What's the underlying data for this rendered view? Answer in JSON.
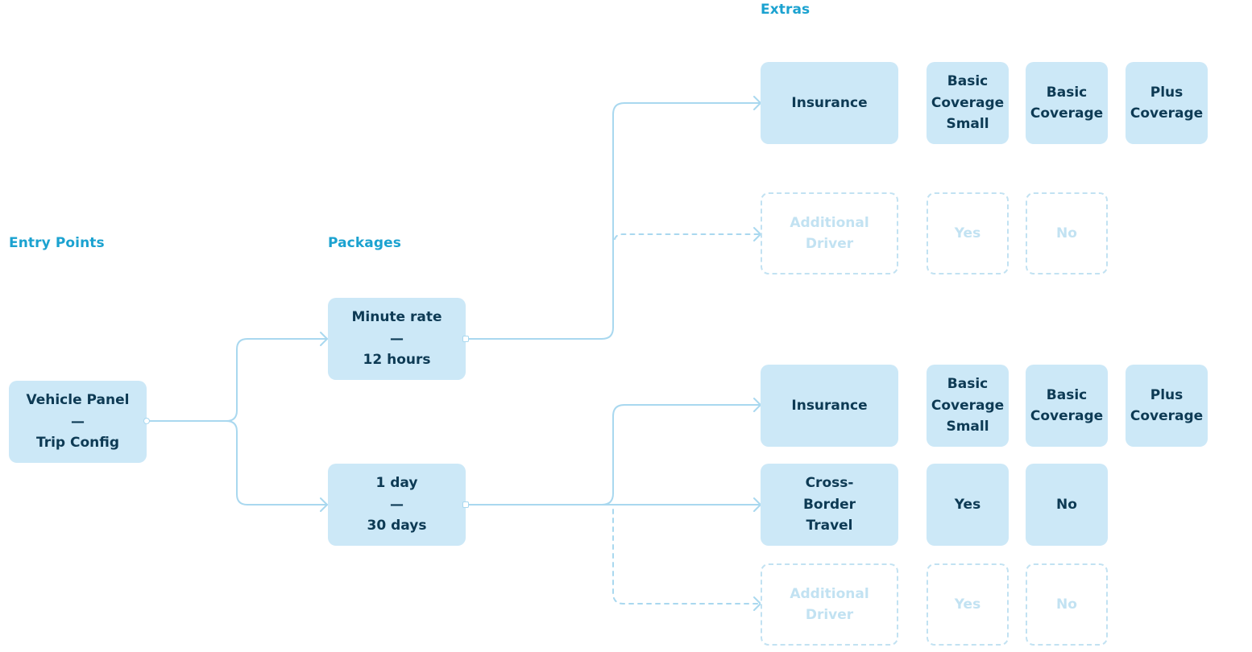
{
  "headings": {
    "entry": "Entry Points",
    "packages": "Packages",
    "extras": "Extras"
  },
  "colors": {
    "heading": "#1ba2d0",
    "node_fill": "#cce8f7",
    "node_text": "#0d3a54",
    "connector": "#a9d8ef",
    "disabled": "#c2e2f2"
  },
  "entry": {
    "vehicle_panel": {
      "line1": "Vehicle Panel",
      "line2": "—",
      "line3": "Trip Config"
    }
  },
  "packages": {
    "minute_rate": {
      "line1": "Minute rate",
      "line2": "—",
      "line3": "12 hours"
    },
    "day_rate": {
      "line1": "1 day",
      "line2": "—",
      "line3": "30 days"
    }
  },
  "extras": {
    "minute": {
      "insurance": {
        "label": "Insurance",
        "options": [
          "Basic Coverage Small",
          "Basic Coverage",
          "Plus Coverage"
        ]
      },
      "additional_driver": {
        "label": "Additional Driver",
        "options": [
          "Yes",
          "No"
        ],
        "disabled": true
      }
    },
    "day": {
      "insurance": {
        "label": "Insurance",
        "options": [
          "Basic Coverage Small",
          "Basic Coverage",
          "Plus Coverage"
        ]
      },
      "cross_border": {
        "label": "Cross-Border Travel",
        "options": [
          "Yes",
          "No"
        ]
      },
      "additional_driver": {
        "label": "Additional Driver",
        "options": [
          "Yes",
          "No"
        ],
        "disabled": true
      }
    }
  }
}
